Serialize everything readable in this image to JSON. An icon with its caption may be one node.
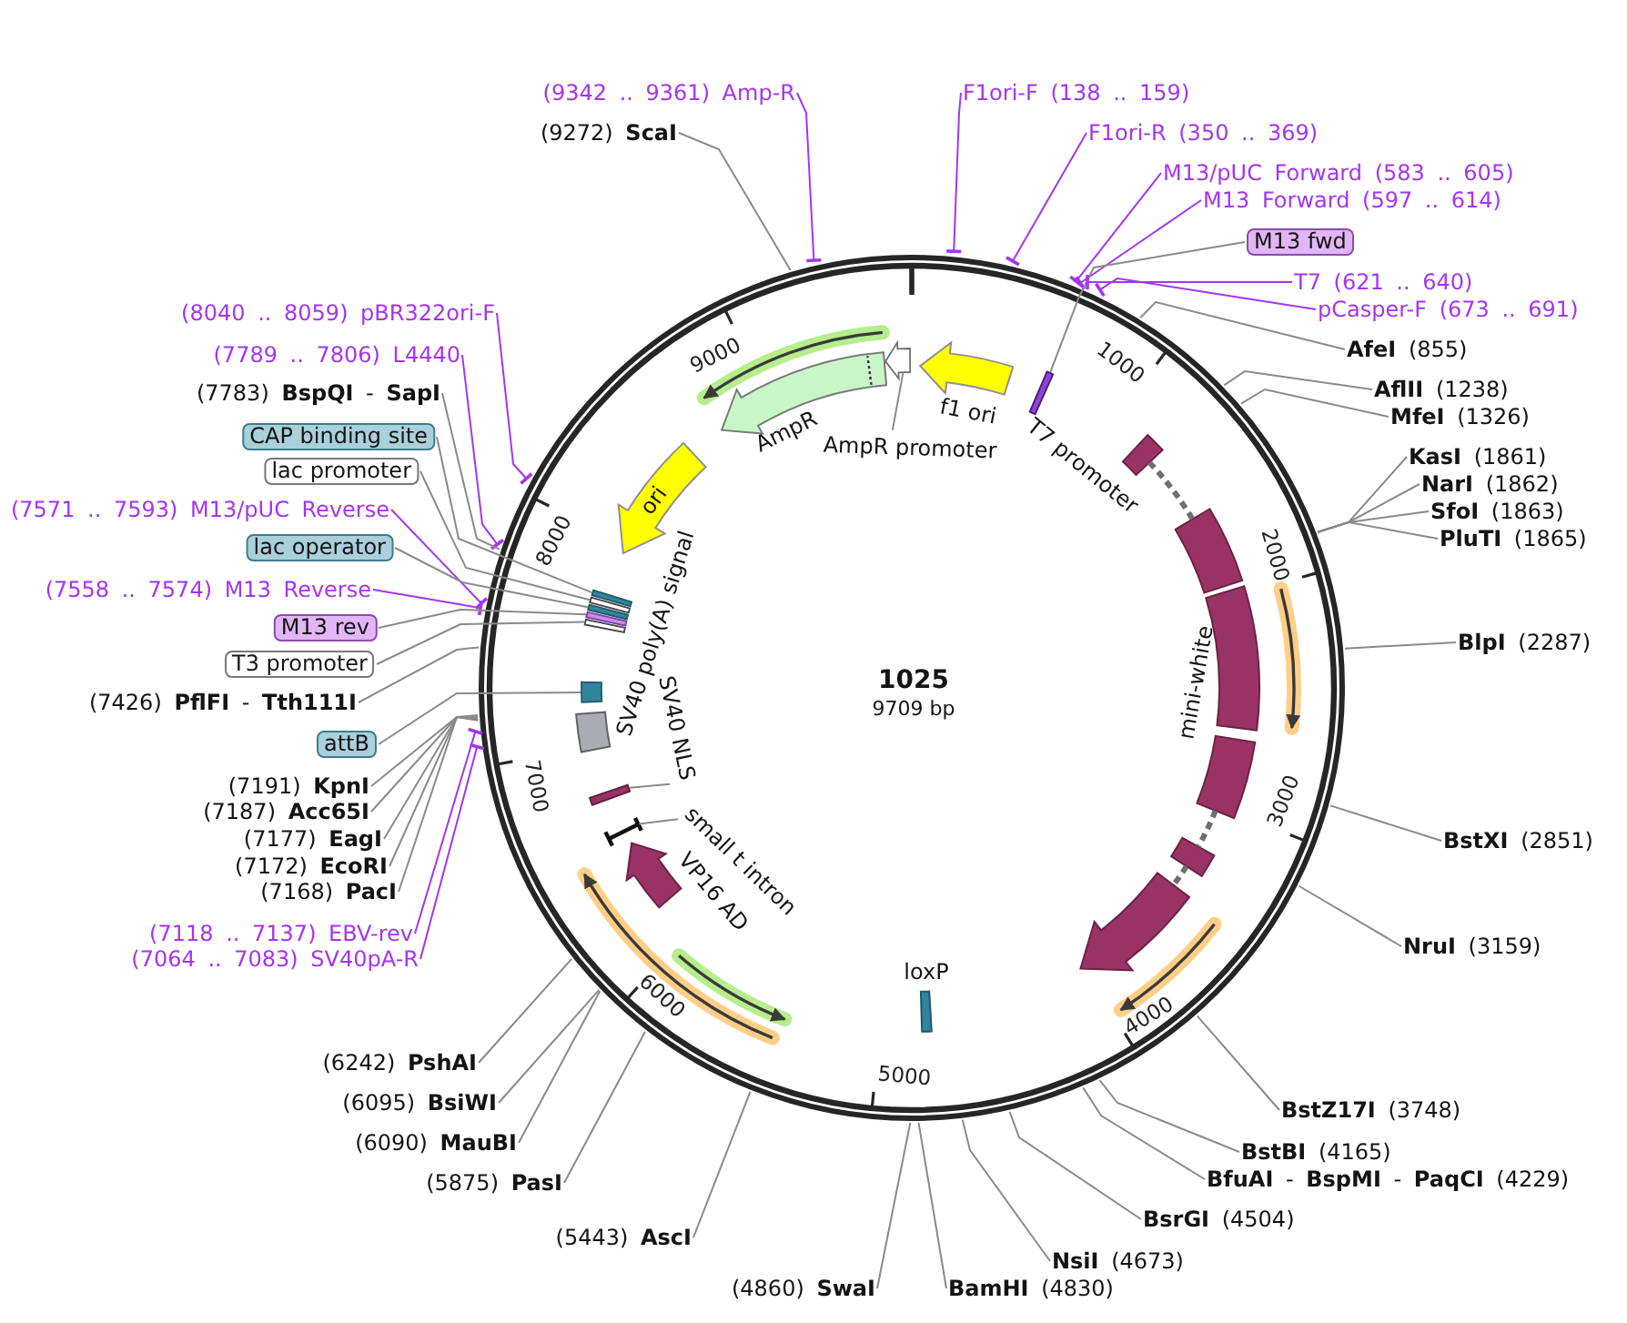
{
  "diagram": {
    "title": "1025",
    "nodes": [
      {
        "text": [
          "(9342 .. 9361) Amp-R"
        ]
      },
      {
        "text": [
          "F1ori-F (138 .. 159)"
        ]
      },
      {
        "text": [
          "(9272) **ScaI**"
        ]
      },
      {
        "text": [
          "F1ori-R (350 .. 369)"
        ]
      },
      {
        "text": [
          "M13/pUC Forward (583 .. 605)"
        ]
      },
      {
        "text": [
          "M13 Forward (597 .. 614)"
        ]
      },
      {
        "text": [
          "M13 fwd"
        ]
      },
      {
        "text": [
          "T7 (621 .. 640)"
        ]
      },
      {
        "text": [
          "(8040 .. 8059) pBR322ori-F"
        ]
      },
      {
        "text": [
          "pCasper-F (673 .. 691)"
        ]
      },
      {
        "text": [
          "**AfeI** (855)"
        ]
      },
      {
        "text": [
          "(7789 .. 7806) L4440"
        ]
      },
      {
        "text": [
          "**AflII** (1238)"
        ]
      },
      {
        "text": [
          "(7783) **BspQI** - **SapI**"
        ]
      },
      {
        "text": [
          "**MfeI** (1326)"
        ]
      },
      {
        "text": [
          "CAP binding site"
        ]
      },
      {
        "text": [
          "**KasI** (1861)"
        ]
      },
      {
        "text": [
          "lac promoter"
        ]
      },
      {
        "text": [
          "**NarI** (1862)"
        ]
      },
      {
        "text": [
          "(7571 .. 7593) M13/pUC Reverse"
        ]
      },
      {
        "text": [
          "**SfoI** (1863)"
        ]
      },
      {
        "text": [
          "**PluTI** (1865)"
        ]
      },
      {
        "text": [
          "lac operator"
        ]
      },
      {
        "text": [
          "(7558 .. 7574) M13 Reverse"
        ]
      },
      {
        "text": [
          "M13 rev"
        ]
      },
      {
        "text": [
          "**BlpI** (2287)"
        ]
      },
      {
        "text": [
          "T3 promoter"
        ]
      },
      {
        "text": [
          "(7426) **PflFI** - **Tth111I**"
        ]
      },
      {
        "text": [
          "attB"
        ]
      },
      {
        "text": [
          "(7191) **KpnI**"
        ]
      },
      {
        "text": [
          "(7187) **Acc65I**"
        ]
      },
      {
        "text": [
          "(7177) **EagI**"
        ]
      },
      {
        "text": [
          "**BstXI** (2851)"
        ]
      },
      {
        "text": [
          "(7172) **EcoRI**"
        ]
      },
      {
        "text": [
          "(7168) **PacI**"
        ]
      },
      {
        "text": [
          "(7118 .. 7137) EBV-rev"
        ]
      },
      {
        "text": [
          "**NruI** (3159)"
        ]
      },
      {
        "text": [
          "(7064 .. 7083) SV40pA-R"
        ]
      },
      {
        "text": [
          "(6242) **PshAI**"
        ]
      },
      {
        "text": [
          "(6095) **BsiWI**"
        ]
      },
      {
        "text": [
          "**BstZ17I** (3748)"
        ]
      },
      {
        "text": [
          "(6090) **MauBI**"
        ]
      },
      {
        "text": [
          "**BstBI** (4165)"
        ]
      },
      {
        "text": [
          "**BfuAI** - **BspMI** - **PaqCI** (4229)"
        ]
      },
      {
        "text": [
          "(5875) **PasI**"
        ]
      },
      {
        "text": [
          "**BsrGI** (4504)"
        ]
      },
      {
        "text": [
          "(5443) **AscI**"
        ]
      },
      {
        "text": [
          "**NsiI** (4673)"
        ]
      },
      {
        "text": [
          "(4860) **SwaI**"
        ]
      },
      {
        "text": [
          "**BamHI** (4830)"
        ]
      },
      {
        "text": [
          "AmpR promoter"
        ]
      },
      {
        "text": [],
        "shape": "arrow"
      },
      {
        "text": [
          "T7 promoter"
        ]
      },
      {
        "text": [
          "SV40 NLS"
        ]
      },
      {
        "text": [],
        "shape": "bar"
      },
      {
        "text": [
          "small t intron"
        ]
      },
      {
        "text": [],
        "shape": "bar"
      },
      {
        "text": [],
        "shape": "box"
      },
      {
        "text": [],
        "shape": "bar"
      },
      {
        "text": [],
        "shape": "bar"
      },
      {
        "text": [],
        "shape": "bar"
      },
      {
        "text": [],
        "shape": "bar"
      },
      {
        "text": [],
        "shape": "bar"
      },
      {
        "text": [
          "f1 ori"
        ]
      },
      {
        "text": [
          "AmpR"
        ]
      },
      {
        "text": [
          "ori"
        ]
      },
      {
        "text": [
          "SV40 poly(A) signal"
        ]
      },
      {
        "text": [
          "VP16 AD"
        ]
      },
      {
        "text": [
          "loxP"
        ]
      }
    ],
    "edges": [
      {
        "from": 0,
        "to": null,
        "arrow": "other",
        "color": "#a435f0"
      },
      {
        "from": 1,
        "to": null,
        "arrow": "other",
        "color": "#a435f0"
      },
      {
        "from": 2,
        "to": null,
        "arrow": "none"
      },
      {
        "from": 3,
        "to": null,
        "arrow": "other",
        "color": "#a435f0"
      },
      {
        "from": 4,
        "to": null,
        "arrow": "other",
        "color": "#a435f0"
      },
      {
        "from": 5,
        "to": null,
        "arrow": "other",
        "color": "#a435f0"
      },
      {
        "from": 6,
        "to": 52,
        "arrow": "none"
      },
      {
        "from": 7,
        "to": null,
        "arrow": "other",
        "color": "#a435f0"
      },
      {
        "from": 8,
        "to": null,
        "arrow": "other",
        "color": "#a435f0"
      },
      {
        "from": 9,
        "to": null,
        "arrow": "other",
        "color": "#a435f0"
      },
      {
        "from": 10,
        "to": null,
        "arrow": "none"
      },
      {
        "from": 11,
        "to": null,
        "arrow": "other",
        "color": "#a435f0"
      },
      {
        "from": 12,
        "to": null,
        "arrow": "none"
      },
      {
        "from": 13,
        "to": null,
        "arrow": "none"
      },
      {
        "from": 14,
        "to": null,
        "arrow": "none"
      },
      {
        "from": 15,
        "to": 58,
        "arrow": "none"
      },
      {
        "from": 16,
        "to": null,
        "arrow": "none"
      },
      {
        "from": 17,
        "to": 59,
        "arrow": "none"
      },
      {
        "from": 18,
        "to": null,
        "arrow": "none"
      },
      {
        "from": 19,
        "to": null,
        "arrow": "other",
        "color": "#a435f0"
      },
      {
        "from": 20,
        "to": null,
        "arrow": "none"
      },
      {
        "from": 21,
        "to": null,
        "arrow": "none"
      },
      {
        "from": 22,
        "to": 60,
        "arrow": "none"
      },
      {
        "from": 23,
        "to": null,
        "arrow": "other",
        "color": "#a435f0"
      },
      {
        "from": 24,
        "to": 61,
        "arrow": "none"
      },
      {
        "from": 25,
        "to": null,
        "arrow": "none"
      },
      {
        "from": 26,
        "to": 62,
        "arrow": "none"
      },
      {
        "from": 27,
        "to": null,
        "arrow": "none"
      },
      {
        "from": 28,
        "to": 57,
        "arrow": "none"
      },
      {
        "from": 29,
        "to": null,
        "arrow": "none"
      },
      {
        "from": 30,
        "to": null,
        "arrow": "none"
      },
      {
        "from": 31,
        "to": null,
        "arrow": "none"
      },
      {
        "from": 32,
        "to": null,
        "arrow": "none"
      },
      {
        "from": 33,
        "to": null,
        "arrow": "none"
      },
      {
        "from": 34,
        "to": null,
        "arrow": "none"
      },
      {
        "from": 35,
        "to": null,
        "arrow": "other",
        "color": "#a435f0"
      },
      {
        "from": 36,
        "to": null,
        "arrow": "none"
      },
      {
        "from": 37,
        "to": null,
        "arrow": "other",
        "color": "#a435f0"
      },
      {
        "from": 38,
        "to": null,
        "arrow": "none"
      },
      {
        "from": 39,
        "to": null,
        "arrow": "none"
      },
      {
        "from": 40,
        "to": null,
        "arrow": "none"
      },
      {
        "from": 41,
        "to": null,
        "arrow": "none"
      },
      {
        "from": 42,
        "to": null,
        "arrow": "none"
      },
      {
        "from": 43,
        "to": null,
        "arrow": "none"
      },
      {
        "from": 44,
        "to": null,
        "arrow": "none"
      },
      {
        "from": 45,
        "to": null,
        "arrow": "none"
      },
      {
        "from": 46,
        "to": null,
        "arrow": "none"
      },
      {
        "from": 47,
        "to": null,
        "arrow": "none"
      },
      {
        "from": 48,
        "to": null,
        "arrow": "none"
      },
      {
        "from": 49,
        "to": null,
        "arrow": "none"
      },
      {
        "from": 50,
        "to": 51,
        "arrow": "none"
      },
      {
        "from": 53,
        "to": 54,
        "arrow": "none"
      },
      {
        "from": 55,
        "to": 56,
        "arrow": "none"
      }
    ],
    "labels": [
      "9000",
      "1000",
      "8000",
      "2000",
      "mini-white",
      "9709 bp",
      "7000",
      "3000",
      "6000",
      "4000",
      "5000"
    ]
  }
}
